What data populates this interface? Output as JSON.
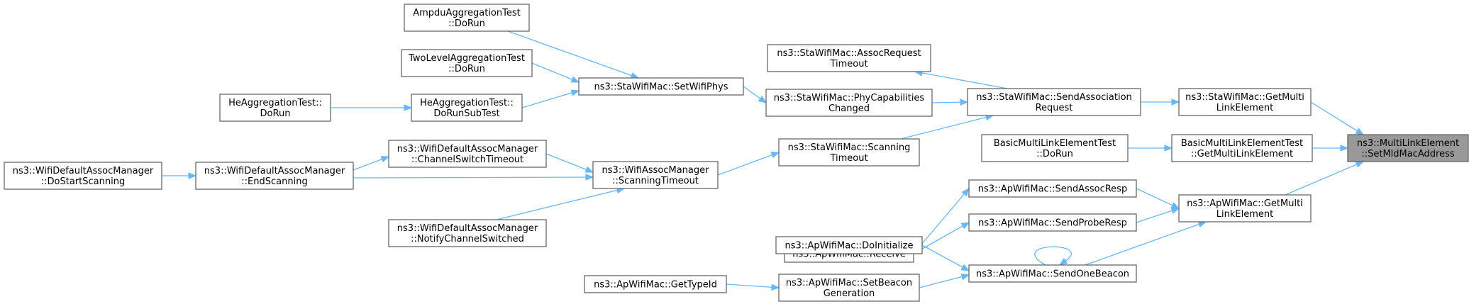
{
  "nodes": [
    {
      "id": "root",
      "lines": [
        "ns3::MultiLinkElement",
        "::SetMldMacAddress"
      ],
      "highlighted": true
    },
    {
      "id": "sta_getmulti",
      "lines": [
        "ns3::StaWifiMac::GetMulti",
        "LinkElement"
      ]
    },
    {
      "id": "basic_getmulti",
      "lines": [
        "BasicMultiLinkElementTest",
        "::GetMultiLinkElement"
      ]
    },
    {
      "id": "ap_getmulti",
      "lines": [
        "ns3::ApWifiMac::GetMulti",
        "LinkElement"
      ]
    },
    {
      "id": "sta_sendassoc",
      "lines": [
        "ns3::StaWifiMac::SendAssociation",
        "Request"
      ]
    },
    {
      "id": "basic_dorun",
      "lines": [
        "BasicMultiLinkElementTest",
        "::DoRun"
      ]
    },
    {
      "id": "ap_sendassocresp",
      "lines": [
        "ns3::ApWifiMac::SendAssocResp"
      ]
    },
    {
      "id": "ap_sendproberesp",
      "lines": [
        "ns3::ApWifiMac::SendProbeResp"
      ]
    },
    {
      "id": "ap_sendonebeacon",
      "lines": [
        "ns3::ApWifiMac::SendOneBeacon"
      ]
    },
    {
      "id": "sta_assocreqtimeout",
      "lines": [
        "ns3::StaWifiMac::AssocRequest",
        "Timeout"
      ]
    },
    {
      "id": "sta_phycap",
      "lines": [
        "ns3::StaWifiMac::PhyCapabilities",
        "Changed"
      ]
    },
    {
      "id": "sta_scantimeout",
      "lines": [
        "ns3::StaWifiMac::Scanning",
        "Timeout"
      ]
    },
    {
      "id": "ap_receive",
      "lines": [
        "ns3::ApWifiMac::Receive"
      ]
    },
    {
      "id": "ap_doinit",
      "lines": [
        "ns3::ApWifiMac::DoInitialize"
      ]
    },
    {
      "id": "ap_setbeacon",
      "lines": [
        "ns3::ApWifiMac::SetBeacon",
        "Generation"
      ]
    },
    {
      "id": "sta_setwifiphys",
      "lines": [
        "ns3::StaWifiMac::SetWifiPhys"
      ]
    },
    {
      "id": "assocmgr_scantimeout",
      "lines": [
        "ns3::WifiAssocManager",
        "::ScanningTimeout"
      ]
    },
    {
      "id": "ap_gettypeid",
      "lines": [
        "ns3::ApWifiMac::GetTypeId"
      ]
    },
    {
      "id": "ampdu_dorun",
      "lines": [
        "AmpduAggregationTest",
        "::DoRun"
      ]
    },
    {
      "id": "twolevel_dorun",
      "lines": [
        "TwoLevelAggregationTest",
        "::DoRun"
      ]
    },
    {
      "id": "he_dorunsubtest",
      "lines": [
        "HeAggregationTest::",
        "DoRunSubTest"
      ]
    },
    {
      "id": "he_dorun",
      "lines": [
        "HeAggregationTest::",
        "DoRun"
      ]
    },
    {
      "id": "default_chswtimeout",
      "lines": [
        "ns3::WifiDefaultAssocManager",
        "::ChannelSwitchTimeout"
      ]
    },
    {
      "id": "default_endscanning",
      "lines": [
        "ns3::WifiDefaultAssocManager",
        "::EndScanning"
      ]
    },
    {
      "id": "default_notifych",
      "lines": [
        "ns3::WifiDefaultAssocManager",
        "::NotifyChannelSwitched"
      ]
    },
    {
      "id": "default_dostartscanning",
      "lines": [
        "ns3::WifiDefaultAssocManager",
        "::DoStartScanning"
      ]
    }
  ],
  "edges": [
    {
      "from": "sta_getmulti",
      "to": "root"
    },
    {
      "from": "basic_getmulti",
      "to": "root"
    },
    {
      "from": "ap_getmulti",
      "to": "root"
    },
    {
      "from": "sta_sendassoc",
      "to": "sta_getmulti"
    },
    {
      "from": "basic_dorun",
      "to": "basic_getmulti"
    },
    {
      "from": "ap_sendassocresp",
      "to": "ap_getmulti"
    },
    {
      "from": "ap_sendproberesp",
      "to": "ap_getmulti"
    },
    {
      "from": "ap_sendonebeacon",
      "to": "ap_getmulti"
    },
    {
      "from": "sta_sendassoc",
      "to": "sta_assocreqtimeout"
    },
    {
      "from": "sta_phycap",
      "to": "sta_sendassoc"
    },
    {
      "from": "sta_scantimeout",
      "to": "sta_sendassoc"
    },
    {
      "from": "ap_receive",
      "to": "ap_sendassocresp"
    },
    {
      "from": "ap_receive",
      "to": "ap_sendproberesp"
    },
    {
      "from": "ap_doinit",
      "to": "ap_sendonebeacon"
    },
    {
      "from": "ap_setbeacon",
      "to": "ap_sendonebeacon"
    },
    {
      "from": "ap_sendonebeacon",
      "to": "ap_sendonebeacon"
    },
    {
      "from": "sta_setwifiphys",
      "to": "sta_phycap"
    },
    {
      "from": "assocmgr_scantimeout",
      "to": "sta_scantimeout"
    },
    {
      "from": "ap_gettypeid",
      "to": "ap_setbeacon"
    },
    {
      "from": "ampdu_dorun",
      "to": "sta_setwifiphys"
    },
    {
      "from": "twolevel_dorun",
      "to": "sta_setwifiphys"
    },
    {
      "from": "he_dorunsubtest",
      "to": "sta_setwifiphys"
    },
    {
      "from": "he_dorun",
      "to": "he_dorunsubtest"
    },
    {
      "from": "default_chswtimeout",
      "to": "assocmgr_scantimeout"
    },
    {
      "from": "default_endscanning",
      "to": "assocmgr_scantimeout"
    },
    {
      "from": "default_notifych",
      "to": "assocmgr_scantimeout"
    },
    {
      "from": "default_endscanning",
      "to": "default_chswtimeout"
    },
    {
      "from": "default_dostartscanning",
      "to": "default_endscanning"
    }
  ],
  "colors": {
    "edge": "#63b8ff",
    "node_border": "#666666",
    "root_fill": "#999999"
  }
}
